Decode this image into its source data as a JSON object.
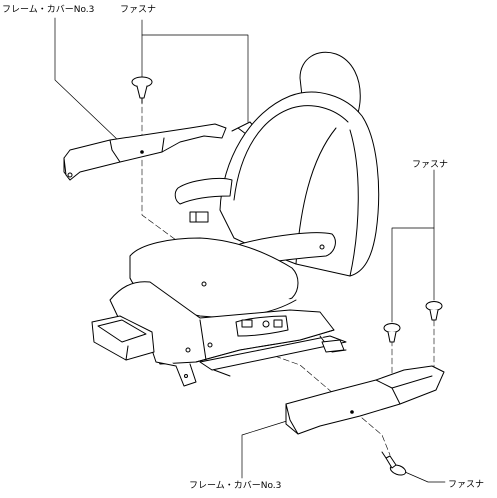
{
  "labels": {
    "frame_cover_top": "フレーム・カバーNo.3",
    "fastener_top": "ファスナ",
    "fastener_right": "ファスナ",
    "frame_cover_bottom": "フレーム・カバーNo.3",
    "fastener_bottom": "ファスナ"
  },
  "colors": {
    "line": "#000000",
    "background": "#ffffff"
  }
}
